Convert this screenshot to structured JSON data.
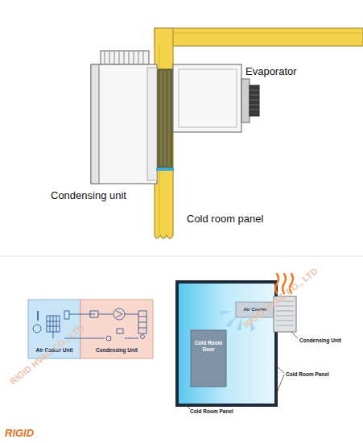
{
  "diagram": {
    "nodes": [
      {
        "text": [
          "Air Cooler Unit"
        ]
      },
      {
        "text": [
          "Condensing Unit"
        ]
      },
      {
        "text": [
          "Cold Room Door"
        ]
      },
      {
        "text": [
          "Air Cooler"
        ]
      }
    ],
    "labels": [
      "Evaporator",
      "Condensing unit",
      "Cold room panel",
      "Condensing Unit",
      "Cold Room Panel",
      "Cold Room Panel",
      "RIGID HVAC CO., LTD",
      "RIGID HVAC CO., LTD",
      "RIGID"
    ]
  }
}
